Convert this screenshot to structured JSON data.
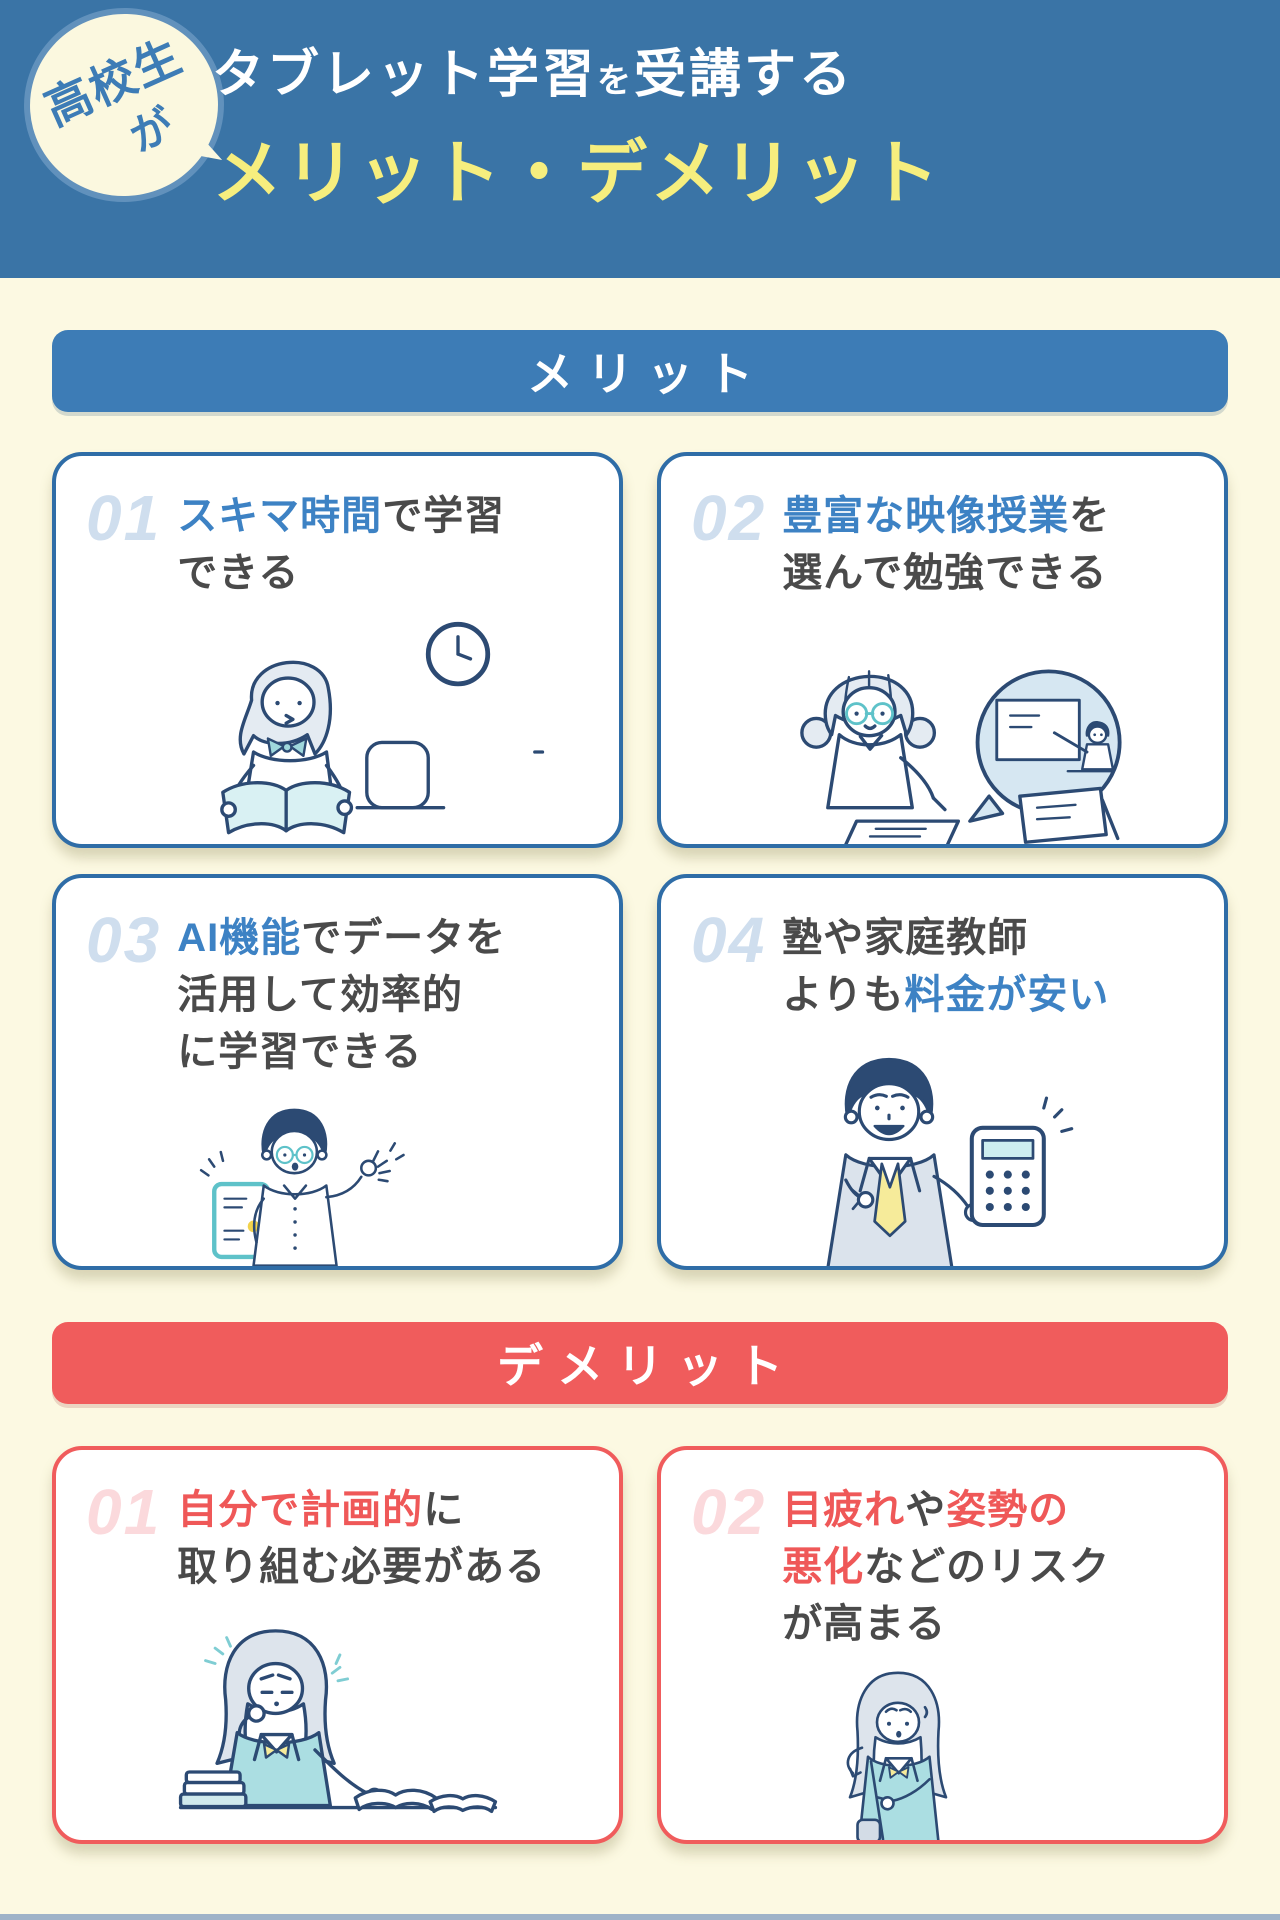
{
  "colors": {
    "header_blue": "#3a74a6",
    "banner_blue": "#3d7cb6",
    "card_border_blue": "#2f6da7",
    "accent_blue": "#3d82c4",
    "num_blue": "#cfdeee",
    "banner_red": "#f05c5c",
    "accent_red": "#ef5858",
    "num_pink": "#fbd9dc",
    "page_bg": "#fcf9e2",
    "title_yellow": "#f6ee7e",
    "text_dark": "#4a4a4a",
    "badge_cream": "#fbf8df",
    "footer_strip": "#9fb3c8"
  },
  "header": {
    "badge": {
      "line1": "高校生",
      "line2": "が"
    },
    "title_line1_lines": [
      [
        {
          "t": "タブレット学習",
          "c": "white"
        },
        {
          "t": "を",
          "c": "white-sm"
        },
        {
          "t": "受講する",
          "c": "white"
        }
      ]
    ],
    "title_line2": "メリット・デメリット"
  },
  "merit": {
    "banner_label": "メリット",
    "cards": [
      {
        "number": "01",
        "lines": [
          [
            {
              "t": "スキマ時間",
              "c": "blue"
            },
            {
              "t": "で学習",
              "c": "dark"
            }
          ],
          [
            {
              "t": "できる",
              "c": "dark"
            }
          ]
        ],
        "illustration": "girl-reading-book-with-clock"
      },
      {
        "number": "02",
        "lines": [
          [
            {
              "t": "豊富な映像授業",
              "c": "blue"
            },
            {
              "t": "を",
              "c": "dark"
            }
          ],
          [
            {
              "t": "選んで勉強できる",
              "c": "dark"
            }
          ]
        ],
        "illustration": "girl-studying-video-lesson-tablet"
      },
      {
        "number": "03",
        "lines": [
          [
            {
              "t": "AI機能",
              "c": "blue"
            },
            {
              "t": "でデータを",
              "c": "dark"
            }
          ],
          [
            {
              "t": "活用して効率的",
              "c": "dark"
            }
          ],
          [
            {
              "t": "に学習できる",
              "c": "dark"
            }
          ]
        ],
        "illustration": "boy-ok-sign-holding-tablet"
      },
      {
        "number": "04",
        "lines": [
          [
            {
              "t": "塾や家庭教師",
              "c": "dark"
            }
          ],
          [
            {
              "t": "よりも",
              "c": "dark"
            },
            {
              "t": "料金が安い",
              "c": "blue"
            }
          ]
        ],
        "illustration": "man-in-suit-with-calculator"
      }
    ]
  },
  "demerit": {
    "banner_label": "デメリット",
    "cards": [
      {
        "number": "01",
        "lines": [
          [
            {
              "t": "自分で計画的",
              "c": "red"
            },
            {
              "t": "に",
              "c": "dark"
            }
          ],
          [
            {
              "t": "取り組む必要がある",
              "c": "dark"
            }
          ]
        ],
        "illustration": "worried-girl-studying-with-books"
      },
      {
        "number": "02",
        "lines": [
          [
            {
              "t": "目疲れ",
              "c": "red"
            },
            {
              "t": "や",
              "c": "dark"
            },
            {
              "t": "姿勢の",
              "c": "red"
            }
          ],
          [
            {
              "t": "悪化",
              "c": "red"
            },
            {
              "t": "などのリスク",
              "c": "dark"
            }
          ],
          [
            {
              "t": "が高まる",
              "c": "dark"
            }
          ]
        ],
        "illustration": "girl-with-neck-pain-bad-posture"
      }
    ]
  }
}
